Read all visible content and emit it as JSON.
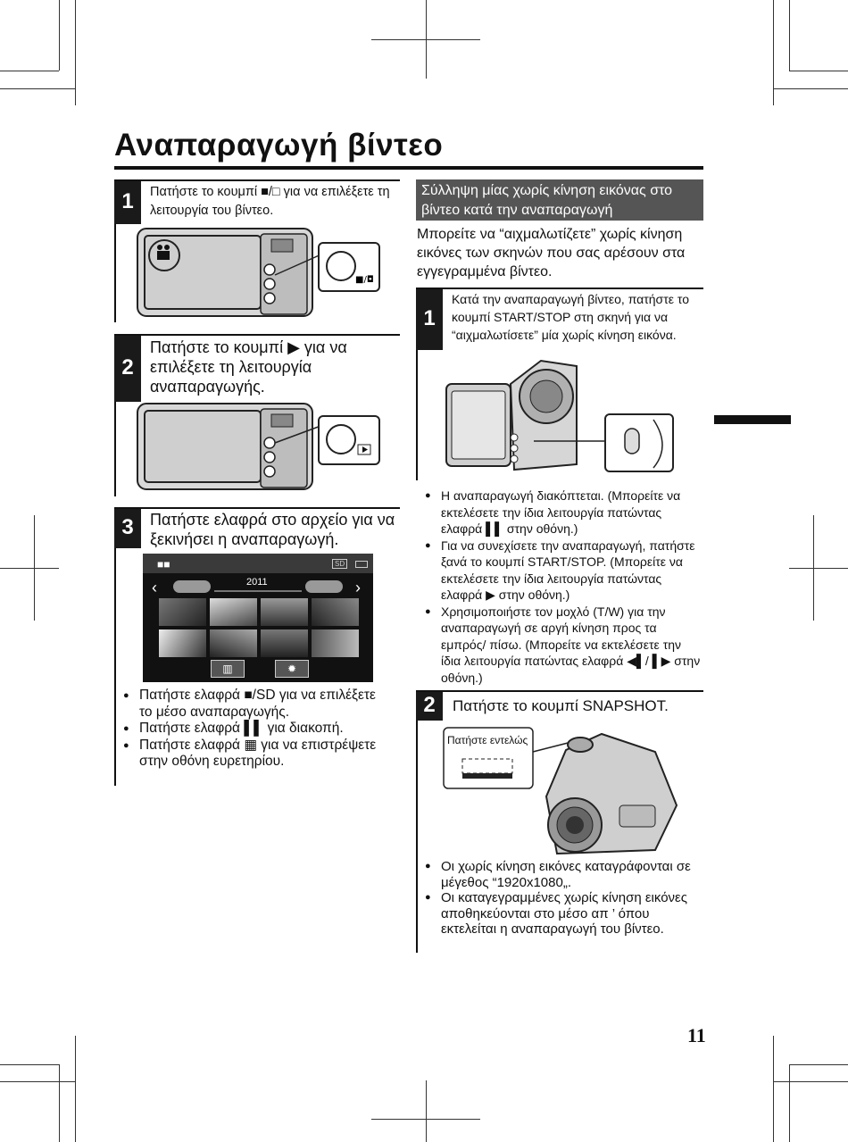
{
  "page": {
    "title": "Αναπαραγωγή βίντεο",
    "page_number": "11"
  },
  "left": {
    "step1": {
      "number": "1",
      "text": "Πατήστε το κουμπί ■/□ για να επιλέξετε τη λειτουργία του βίντεο."
    },
    "step2": {
      "number": "2",
      "text": "Πατήστε το κουμπί ▶ για να επιλέξετε τη λειτουργία αναπαραγωγής."
    },
    "step3": {
      "number": "3",
      "text": "Πατήστε ελαφρά στο αρχείο για να ξεκινήσει η αναπαραγωγή.",
      "screen_year": "2011",
      "screen_card_label": "SD"
    },
    "bullets": [
      "Πατήστε ελαφρά ■/SD για να επιλέξετε το μέσο αναπαραγωγής.",
      "Πατήστε ελαφρά ▌▌ για διακοπή.",
      "Πατήστε ελαφρά ▦ για να επιστρέψετε στην οθόνη ευρετηρίου."
    ]
  },
  "right": {
    "section_header": "Σύλληψη μίας χωρίς κίνηση εικόνας στο βίντεο κατά την αναπαραγωγή",
    "intro": "Μπορείτε να “αιχμαλωτίζετε” χωρίς κίνηση εικόνες των σκηνών που σας αρέσουν στα εγγεγραμμένα βίντεο.",
    "step1": {
      "number": "1",
      "text": "Κατά την αναπαραγωγή βίντεο, πατήστε το κουμπί START/STOP στη σκηνή για να “αιχμαλωτίσετε” μία χωρίς κίνηση εικόνα."
    },
    "bullets1": [
      "Η αναπαραγωγή διακόπτεται. (Μπορείτε να εκτελέσετε την ίδια λειτουργία πατώντας ελαφρά ▌▌ στην οθόνη.)",
      "Για να συνεχίσετε την αναπαραγωγή, πατήστε ξανά το κουμπί START/STOP. (Μπορείτε να εκτελέσετε την ίδια λειτουργία πατώντας ελαφρά ▶ στην οθόνη.)",
      "Χρησιμοποιήστε τον μοχλό (T/W) για την αναπαραγωγή σε αργή κίνηση προς τα εμπρός/ πίσω. (Μπορείτε να εκτελέσετε την ίδια λειτουργία πατώντας ελαφρά ◀▌/ ▌▶ στην οθόνη.)"
    ],
    "step2": {
      "number": "2",
      "text": "Πατήστε το κουμπί SNAPSHOT.",
      "callout": "Πατήστε εντελώς"
    },
    "bullets2": [
      "Οι χωρίς κίνηση εικόνες καταγράφονται σε μέγεθος “1920x1080„.",
      "Οι καταγεγραμμένες χωρίς κίνηση εικόνες αποθηκεύονται στο μέσο απ ’ όπου εκτελείται η αναπαραγωγή του βίντεο."
    ]
  }
}
